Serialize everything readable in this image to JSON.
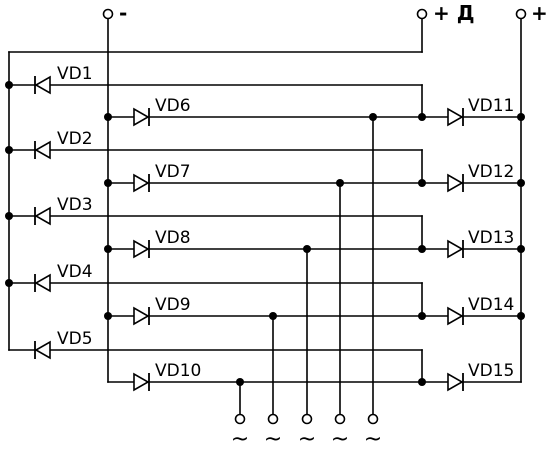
{
  "terminals": {
    "minus": "-",
    "plus_d": "+ Д",
    "plus": "+"
  },
  "diodes": {
    "left": [
      "VD1",
      "VD2",
      "VD3",
      "VD4",
      "VD5"
    ],
    "middle": [
      "VD6",
      "VD7",
      "VD8",
      "VD9",
      "VD10"
    ],
    "right": [
      "VD11",
      "VD12",
      "VD13",
      "VD14",
      "VD15"
    ]
  },
  "ac_inputs": [
    "~",
    "~",
    "~",
    "~",
    "~"
  ],
  "colors": {
    "line": "#000000",
    "background": "#ffffff"
  }
}
